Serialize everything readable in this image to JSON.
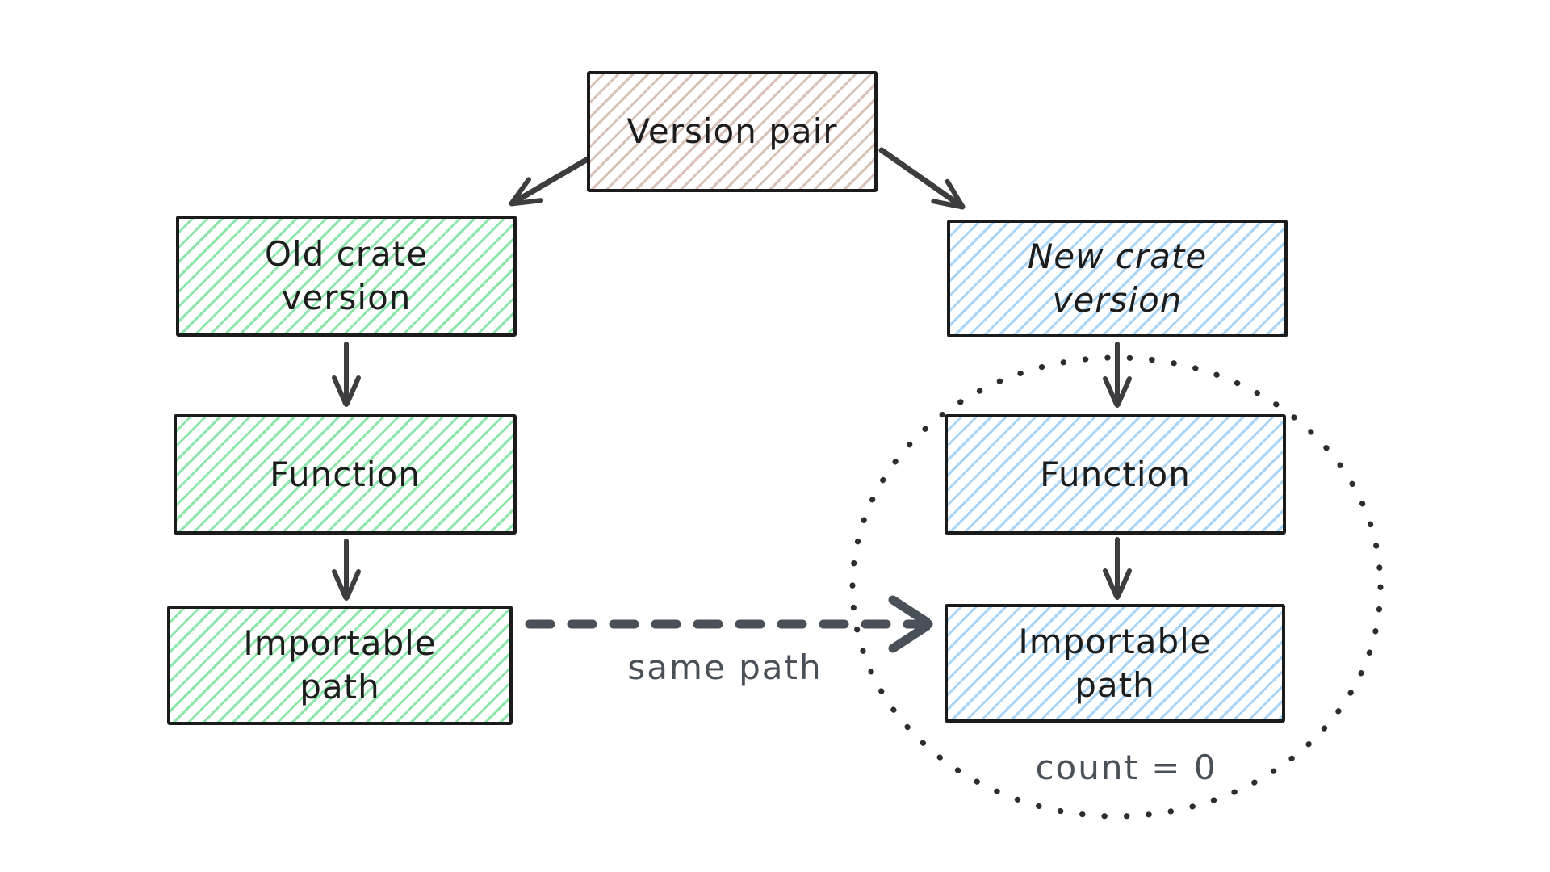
{
  "colors": {
    "node_border": "#1b1b1b",
    "node_text": "#1d1d1d",
    "green_hatch": "#8ce6aa",
    "blue_hatch": "#a8d4f8",
    "tan_hatch": "#d8c1b6",
    "arrow": "#3d3d3f",
    "dashed_arrow": "#4a5058",
    "annotation_text": "#4a5058",
    "ellipse_dots": "#2d2d30",
    "canvas_bg": "#ffffff"
  },
  "nodes": {
    "version_pair": {
      "label": "Version pair",
      "fill_color": "#d8c1b6"
    },
    "old_crate_version": {
      "label": "Old crate\nversion",
      "fill_color": "#8ce6aa"
    },
    "old_function": {
      "label": "Function",
      "fill_color": "#8ce6aa"
    },
    "old_importable_path": {
      "label": "Importable\npath",
      "fill_color": "#8ce6aa"
    },
    "new_crate_version": {
      "label": "New crate\nversion",
      "fill_color": "#a8d4f8"
    },
    "new_function": {
      "label": "Function",
      "fill_color": "#a8d4f8"
    },
    "new_importable_path": {
      "label": "Importable\npath",
      "fill_color": "#a8d4f8"
    }
  },
  "edges": {
    "version_pair_to_old": "arrow",
    "version_pair_to_new": "arrow",
    "old_crate_to_function": "arrow",
    "old_function_to_path": "arrow",
    "new_crate_to_function": "arrow",
    "new_function_to_path": "arrow",
    "old_path_to_new_path": "dashed-arrow"
  },
  "annotations": {
    "same_path": "same path",
    "count": "count = 0"
  }
}
